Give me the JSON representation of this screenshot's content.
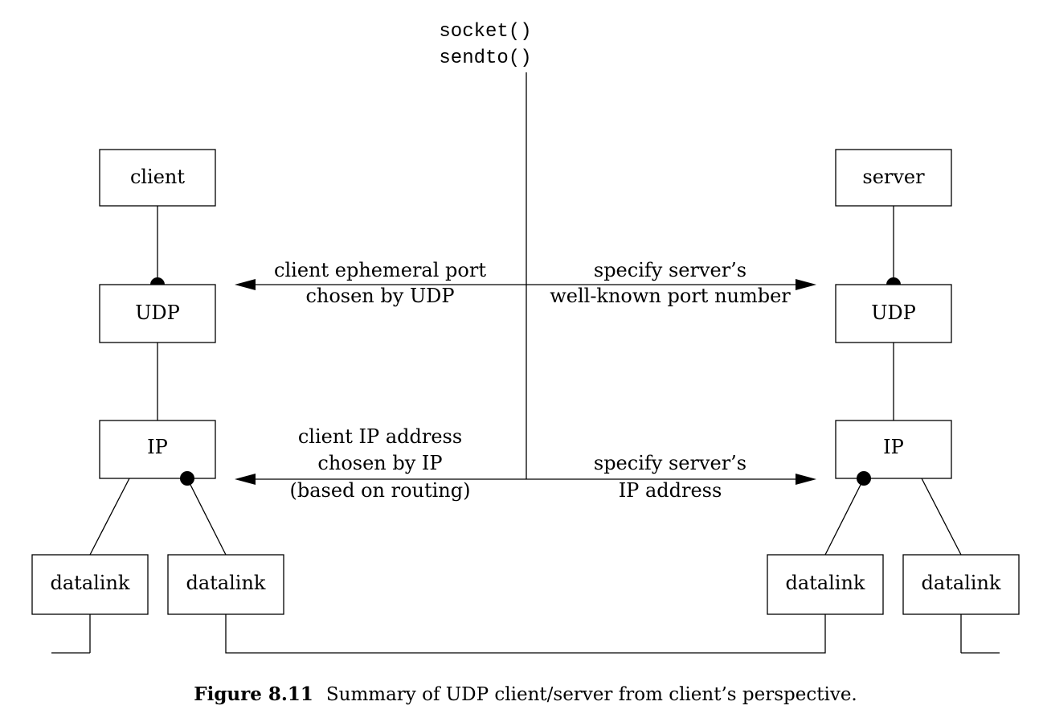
{
  "api_calls": [
    "socket()",
    "sendto()"
  ],
  "nodes": {
    "client": "client",
    "server": "server",
    "client_udp": "UDP",
    "server_udp": "UDP",
    "client_ip": "IP",
    "server_ip": "IP",
    "client_datalink_1": "datalink",
    "client_datalink_2": "datalink",
    "server_datalink_1": "datalink",
    "server_datalink_2": "datalink"
  },
  "annotations": {
    "port_left": [
      "client ephemeral port",
      "chosen by UDP"
    ],
    "port_right": [
      "specify server’s",
      "well-known port number"
    ],
    "ip_left": [
      "client IP address",
      "chosen by IP",
      "(based on routing)"
    ],
    "ip_right": [
      "specify server’s",
      "IP address"
    ]
  },
  "caption": {
    "label": "Figure 8.11",
    "text": "Summary of UDP client/server from client’s perspective."
  }
}
